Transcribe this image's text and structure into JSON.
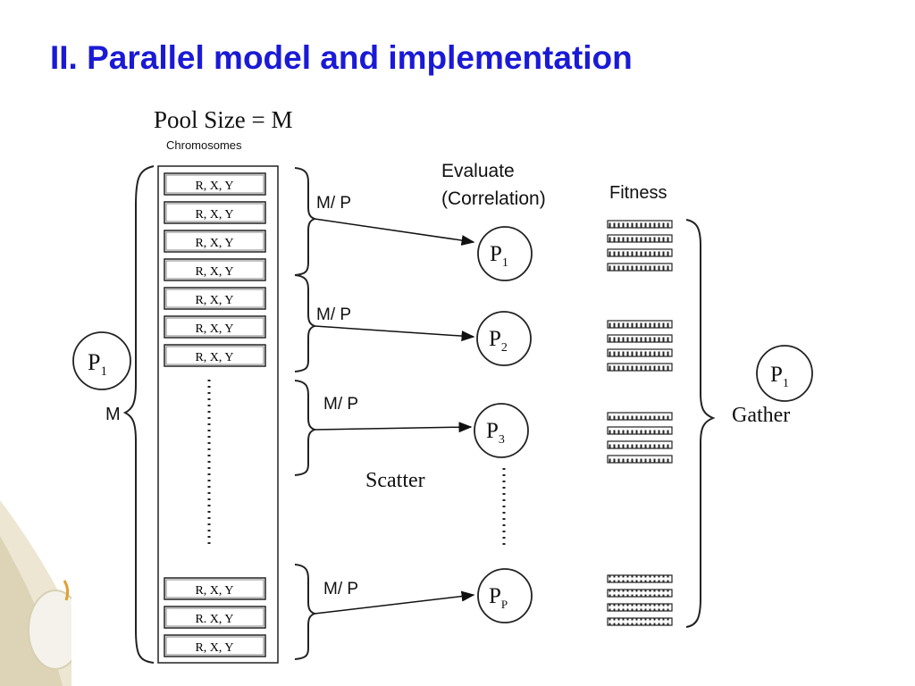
{
  "slide": {
    "title": "II. Parallel model and implementation"
  },
  "diagram": {
    "pool_label": "Pool Size = M",
    "pool_sublabel": "Chromosomes",
    "chromosomes_top": [
      "R, X, Y",
      "R, X, Y",
      "R, X, Y",
      "R, X, Y",
      "R, X, Y",
      "R, X, Y",
      "R, X, Y"
    ],
    "chromosomes_bottom": [
      "R, X, Y",
      "R. X, Y",
      "R, X, Y"
    ],
    "left_processor": {
      "base": "P",
      "sub": "1"
    },
    "m_label": "M",
    "group_label": "M/ P",
    "evaluate_label_line1": "Evaluate",
    "evaluate_label_line2": "(Correlation)",
    "fitness_label": "Fitness",
    "scatter_label": "Scatter",
    "gather_label": "Gather",
    "gather_processor": {
      "base": "P",
      "sub": "1"
    },
    "processors": [
      {
        "base": "P",
        "sub": "1"
      },
      {
        "base": "P",
        "sub": "2"
      },
      {
        "base": "P",
        "sub": "3"
      },
      {
        "base": "P",
        "sub": "P"
      }
    ]
  }
}
